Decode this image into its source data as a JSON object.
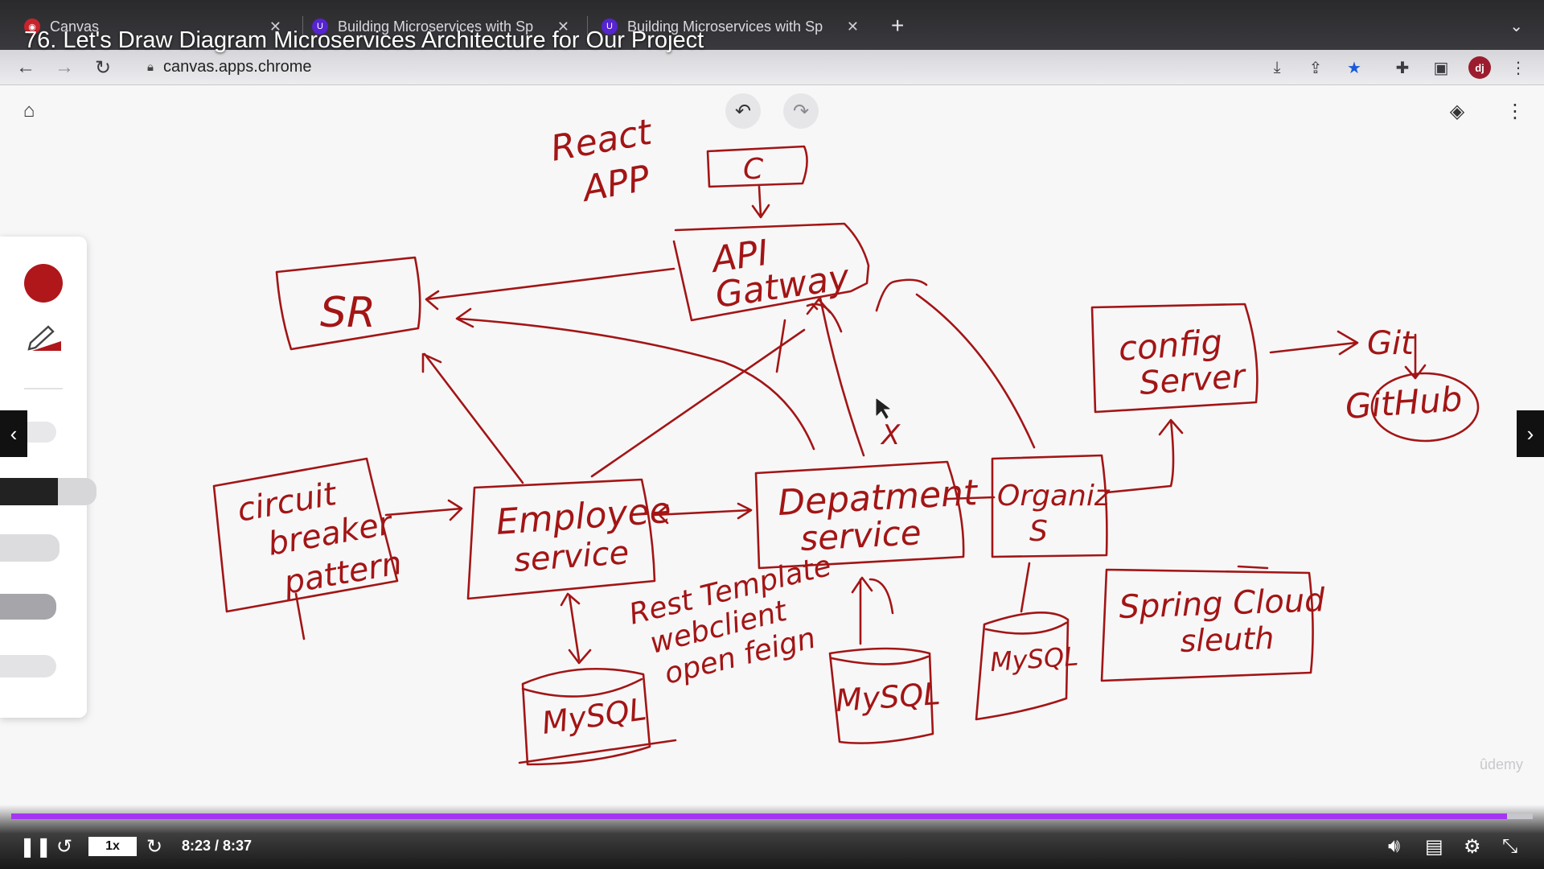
{
  "video": {
    "title": "76. Let's Draw Diagram Microservices Architecture for Our Project",
    "time": "8:23 / 8:37",
    "speed": "1x",
    "progress_fraction": 0.983,
    "watermark": "ûdemy"
  },
  "browser": {
    "tabs": [
      {
        "label": "Canvas",
        "icon": "canvas-favicon"
      },
      {
        "label": "Building Microservices with Sp",
        "icon": "udemy-favicon"
      },
      {
        "label": "Building Microservices with Sp",
        "icon": "udemy-favicon"
      }
    ],
    "url": "canvas.apps.chrome",
    "profile_initials": "dj"
  },
  "colors": {
    "ink": "#a31515",
    "progress": "#a435f0",
    "selected_color": "#b0171a"
  },
  "diagram": {
    "react_app": [
      "React",
      "APP"
    ],
    "client": "C",
    "gateway": [
      "API",
      "Gatway"
    ],
    "registry": "SR",
    "config": [
      "config",
      "Server"
    ],
    "git": "Git",
    "github": "GitHub",
    "circuit_breaker": [
      "circuit",
      "breaker",
      "pattern"
    ],
    "employee": [
      "Employee",
      "service"
    ],
    "department": [
      "Depatment",
      "service"
    ],
    "organization": [
      "Organiz",
      "S"
    ],
    "comm": [
      "Rest Template",
      "webclient",
      "open feign"
    ],
    "mysql1": "MySQL",
    "mysql2": "MySQL",
    "mysql3": "MySQL",
    "sleuth": [
      "Spring Cloud",
      "sleuth"
    ],
    "cross": "X"
  }
}
